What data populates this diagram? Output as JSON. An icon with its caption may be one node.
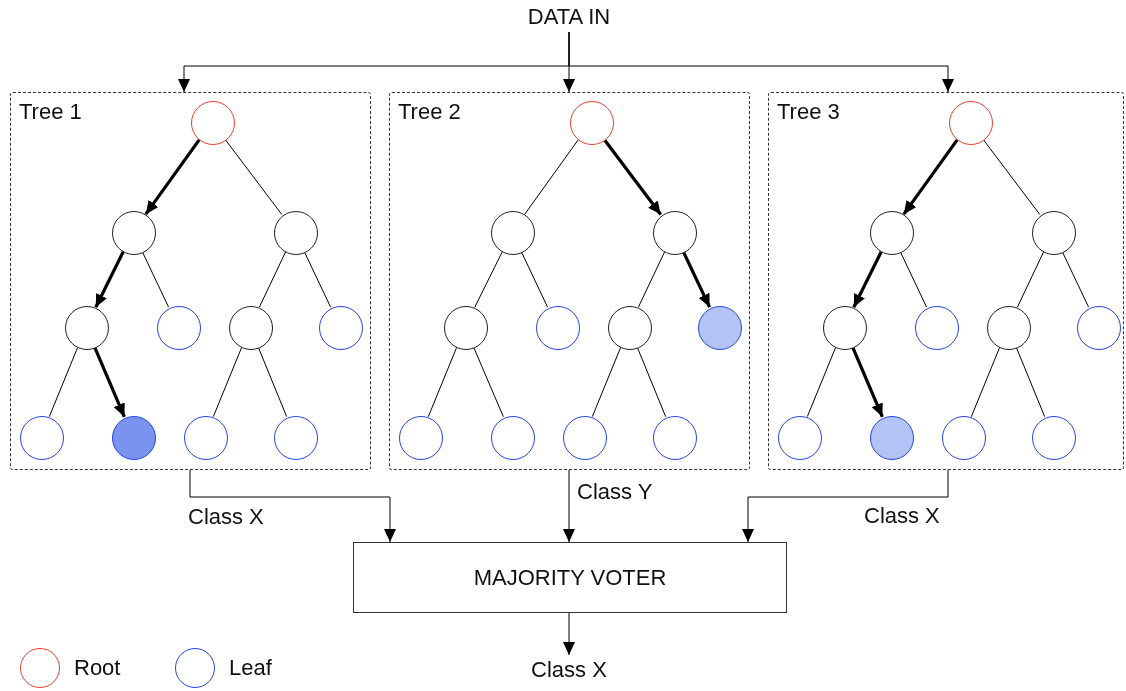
{
  "diagram": {
    "nodes": [
      {
        "text": [
          "DATA IN"
        ]
      },
      {
        "text": [
          "Tree 1"
        ]
      },
      {
        "text": [],
        "shape": "circle",
        "in": 1
      },
      {
        "text": [],
        "shape": "circle",
        "in": 1
      },
      {
        "text": [],
        "shape": "circle",
        "in": 1
      },
      {
        "text": [],
        "shape": "circle",
        "in": 1
      },
      {
        "text": [],
        "shape": "circle",
        "in": 1
      },
      {
        "text": [],
        "shape": "circle",
        "in": 1
      },
      {
        "text": [],
        "shape": "circle",
        "in": 1
      },
      {
        "text": [],
        "shape": "circle",
        "in": 1
      },
      {
        "text": [],
        "shape": "circle",
        "in": 1
      },
      {
        "text": [],
        "shape": "circle",
        "in": 1
      },
      {
        "text": [],
        "shape": "circle",
        "in": 1
      },
      {
        "text": [
          "Tree 2"
        ]
      },
      {
        "text": [],
        "shape": "circle",
        "in": 13
      },
      {
        "text": [],
        "shape": "circle",
        "in": 13
      },
      {
        "text": [],
        "shape": "circle",
        "in": 13
      },
      {
        "text": [],
        "shape": "circle",
        "in": 13
      },
      {
        "text": [],
        "shape": "circle",
        "in": 13
      },
      {
        "text": [],
        "shape": "circle",
        "in": 13
      },
      {
        "text": [],
        "shape": "circle",
        "in": 13
      },
      {
        "text": [],
        "shape": "circle",
        "in": 13
      },
      {
        "text": [],
        "shape": "circle",
        "in": 13
      },
      {
        "text": [],
        "shape": "circle",
        "in": 13
      },
      {
        "text": [],
        "shape": "circle",
        "in": 13
      },
      {
        "text": [
          "Tree 3"
        ]
      },
      {
        "text": [],
        "shape": "circle",
        "in": 25
      },
      {
        "text": [],
        "shape": "circle",
        "in": 25
      },
      {
        "text": [],
        "shape": "circle",
        "in": 25
      },
      {
        "text": [],
        "shape": "circle",
        "in": 25
      },
      {
        "text": [],
        "shape": "circle",
        "in": 25
      },
      {
        "text": [],
        "shape": "circle",
        "in": 25
      },
      {
        "text": [],
        "shape": "circle",
        "in": 25
      },
      {
        "text": [],
        "shape": "circle",
        "in": 25
      },
      {
        "text": [],
        "shape": "circle",
        "in": 25
      },
      {
        "text": [],
        "shape": "circle",
        "in": 25
      },
      {
        "text": [],
        "shape": "circle",
        "in": 25
      },
      {
        "text": [
          "MAJORITY VOTER"
        ]
      },
      {
        "text": [
          "Class X"
        ]
      }
    ],
    "edges": [
      {
        "from": 0,
        "to": 1,
        "arrow": "to"
      },
      {
        "from": 0,
        "to": 13,
        "arrow": "to"
      },
      {
        "from": 0,
        "to": 25,
        "arrow": "to"
      },
      {
        "from": 2,
        "to": 3,
        "arrow": "to",
        "style": "thick"
      },
      {
        "from": 2,
        "to": 4,
        "arrow": "none"
      },
      {
        "from": 3,
        "to": 5,
        "arrow": "to",
        "style": "thick"
      },
      {
        "from": 3,
        "to": 6,
        "arrow": "none"
      },
      {
        "from": 4,
        "to": 7,
        "arrow": "none"
      },
      {
        "from": 4,
        "to": 8,
        "arrow": "none"
      },
      {
        "from": 5,
        "to": 9,
        "arrow": "none"
      },
      {
        "from": 5,
        "to": 10,
        "arrow": "to",
        "style": "thick"
      },
      {
        "from": 7,
        "to": 11,
        "arrow": "none"
      },
      {
        "from": 7,
        "to": 12,
        "arrow": "none"
      },
      {
        "from": 14,
        "to": 15,
        "arrow": "none"
      },
      {
        "from": 14,
        "to": 16,
        "arrow": "to",
        "style": "thick"
      },
      {
        "from": 15,
        "to": 17,
        "arrow": "none"
      },
      {
        "from": 15,
        "to": 18,
        "arrow": "none"
      },
      {
        "from": 16,
        "to": 19,
        "arrow": "none"
      },
      {
        "from": 16,
        "to": 20,
        "arrow": "to",
        "style": "thick"
      },
      {
        "from": 17,
        "to": 21,
        "arrow": "none"
      },
      {
        "from": 17,
        "to": 22,
        "arrow": "none"
      },
      {
        "from": 19,
        "to": 23,
        "arrow": "none"
      },
      {
        "from": 19,
        "to": 24,
        "arrow": "none"
      },
      {
        "from": 26,
        "to": 27,
        "arrow": "to",
        "style": "thick"
      },
      {
        "from": 26,
        "to": 28,
        "arrow": "none"
      },
      {
        "from": 27,
        "to": 29,
        "arrow": "to",
        "style": "thick"
      },
      {
        "from": 27,
        "to": 30,
        "arrow": "none"
      },
      {
        "from": 28,
        "to": 31,
        "arrow": "none"
      },
      {
        "from": 28,
        "to": 32,
        "arrow": "none"
      },
      {
        "from": 29,
        "to": 33,
        "arrow": "none"
      },
      {
        "from": 29,
        "to": 34,
        "arrow": "to",
        "style": "thick"
      },
      {
        "from": 31,
        "to": 35,
        "arrow": "none"
      },
      {
        "from": 31,
        "to": 36,
        "arrow": "none"
      },
      {
        "from": 1,
        "to": 37,
        "arrow": "to",
        "label": "Class X"
      },
      {
        "from": 13,
        "to": 37,
        "arrow": "to",
        "label": "Class Y"
      },
      {
        "from": 25,
        "to": 37,
        "arrow": "to",
        "label": "Class X"
      },
      {
        "from": 37,
        "to": 38,
        "arrow": "to"
      }
    ],
    "legend": [
      {
        "text": "Root"
      },
      {
        "text": "Leaf"
      }
    ]
  }
}
